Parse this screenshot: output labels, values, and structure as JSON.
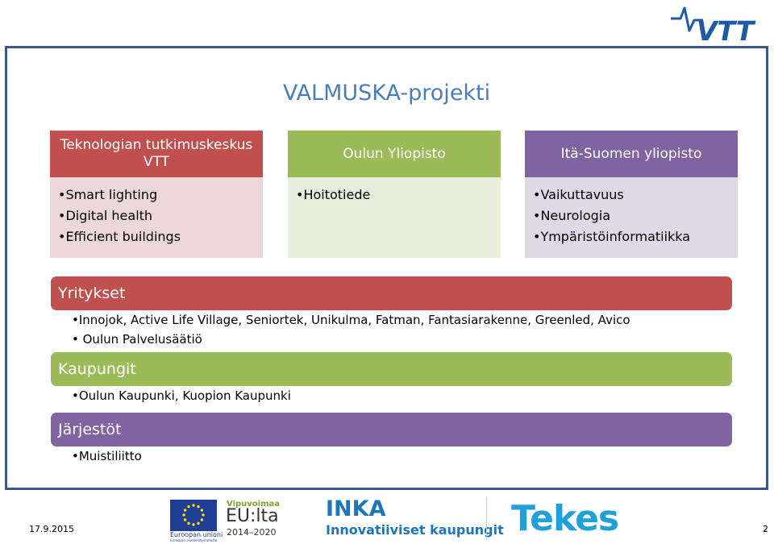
{
  "slide": {
    "title": "VALMUSKA-projekti",
    "cards": [
      {
        "heading": "Teknologian tutkimuskeskus VTT",
        "items": [
          "Smart lighting",
          "Digital health",
          "Efficient buildings"
        ]
      },
      {
        "heading": "Oulun Yliopisto",
        "items": [
          "Hoitotiede"
        ]
      },
      {
        "heading": "Itä-Suomen yliopisto",
        "items": [
          "Vaikuttavuus",
          "Neurologia",
          "Ympäristöinformatiikka"
        ]
      }
    ],
    "groups": [
      {
        "heading": "Yritykset",
        "items": [
          "Innojok, Active Life Village, Seniortek, Unikulma, Fatman, Fantasiarakenne, Greenled, Avico",
          " Oulun Palvelusäätiö"
        ]
      },
      {
        "heading": "Kaupungit",
        "items": [
          "Oulun Kaupunki, Kuopion Kaupunki"
        ]
      },
      {
        "heading": "Järjestöt",
        "items": [
          "Muistiliitto"
        ]
      }
    ]
  },
  "logos": {
    "vtt": "VTT",
    "eu_caption": "Euroopan unioni",
    "eu_subcaption": "Euroopan aluekehitysrahasto",
    "vipuvoimaa_title": "Vipuvoimaa",
    "vipuvoimaa_eu": "EU:lta",
    "vipuvoimaa_years": "2014–2020",
    "inka_title": "INKA",
    "inka_subtitle": "Innovatiiviset kaupungit",
    "tekes": "Tekes"
  },
  "footer": {
    "date": "17.9.2015",
    "page_number": "2"
  },
  "colors": {
    "frame": "#3b5786",
    "title": "#4a7fb5",
    "red": "#c0504d",
    "green": "#9bbb59",
    "purple": "#8064a2",
    "vtt_blue": "#1e5aa8",
    "inka_blue": "#1b76bb",
    "tekes_blue": "#1fa0d8"
  }
}
